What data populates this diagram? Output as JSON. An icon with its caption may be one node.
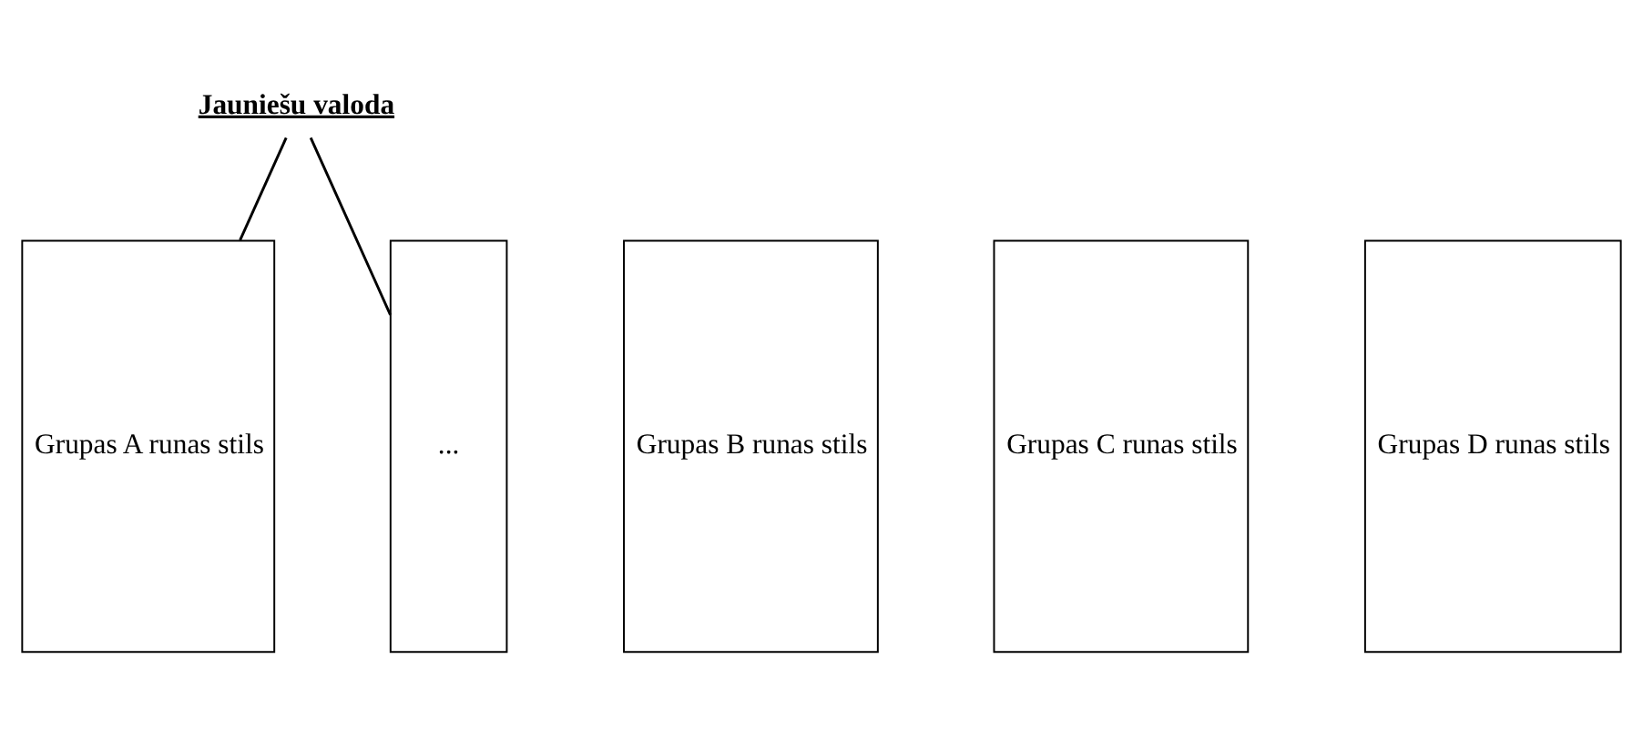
{
  "diagram": {
    "nodes": [
      {
        "text": [
          "Jauniešu valoda"
        ]
      },
      {
        "text": [
          "Grupas A runas stils"
        ]
      },
      {
        "text": [
          "Grupas B runas stils"
        ]
      },
      {
        "text": [
          "Grupas C runas stils"
        ]
      },
      {
        "text": [
          "Grupas D runas stils"
        ]
      },
      {
        "text": [
          "..."
        ]
      }
    ],
    "edges": [
      {
        "from": 0,
        "to": 1,
        "arrow": "none"
      },
      {
        "from": 0,
        "to": 5,
        "arrow": "none"
      }
    ]
  }
}
